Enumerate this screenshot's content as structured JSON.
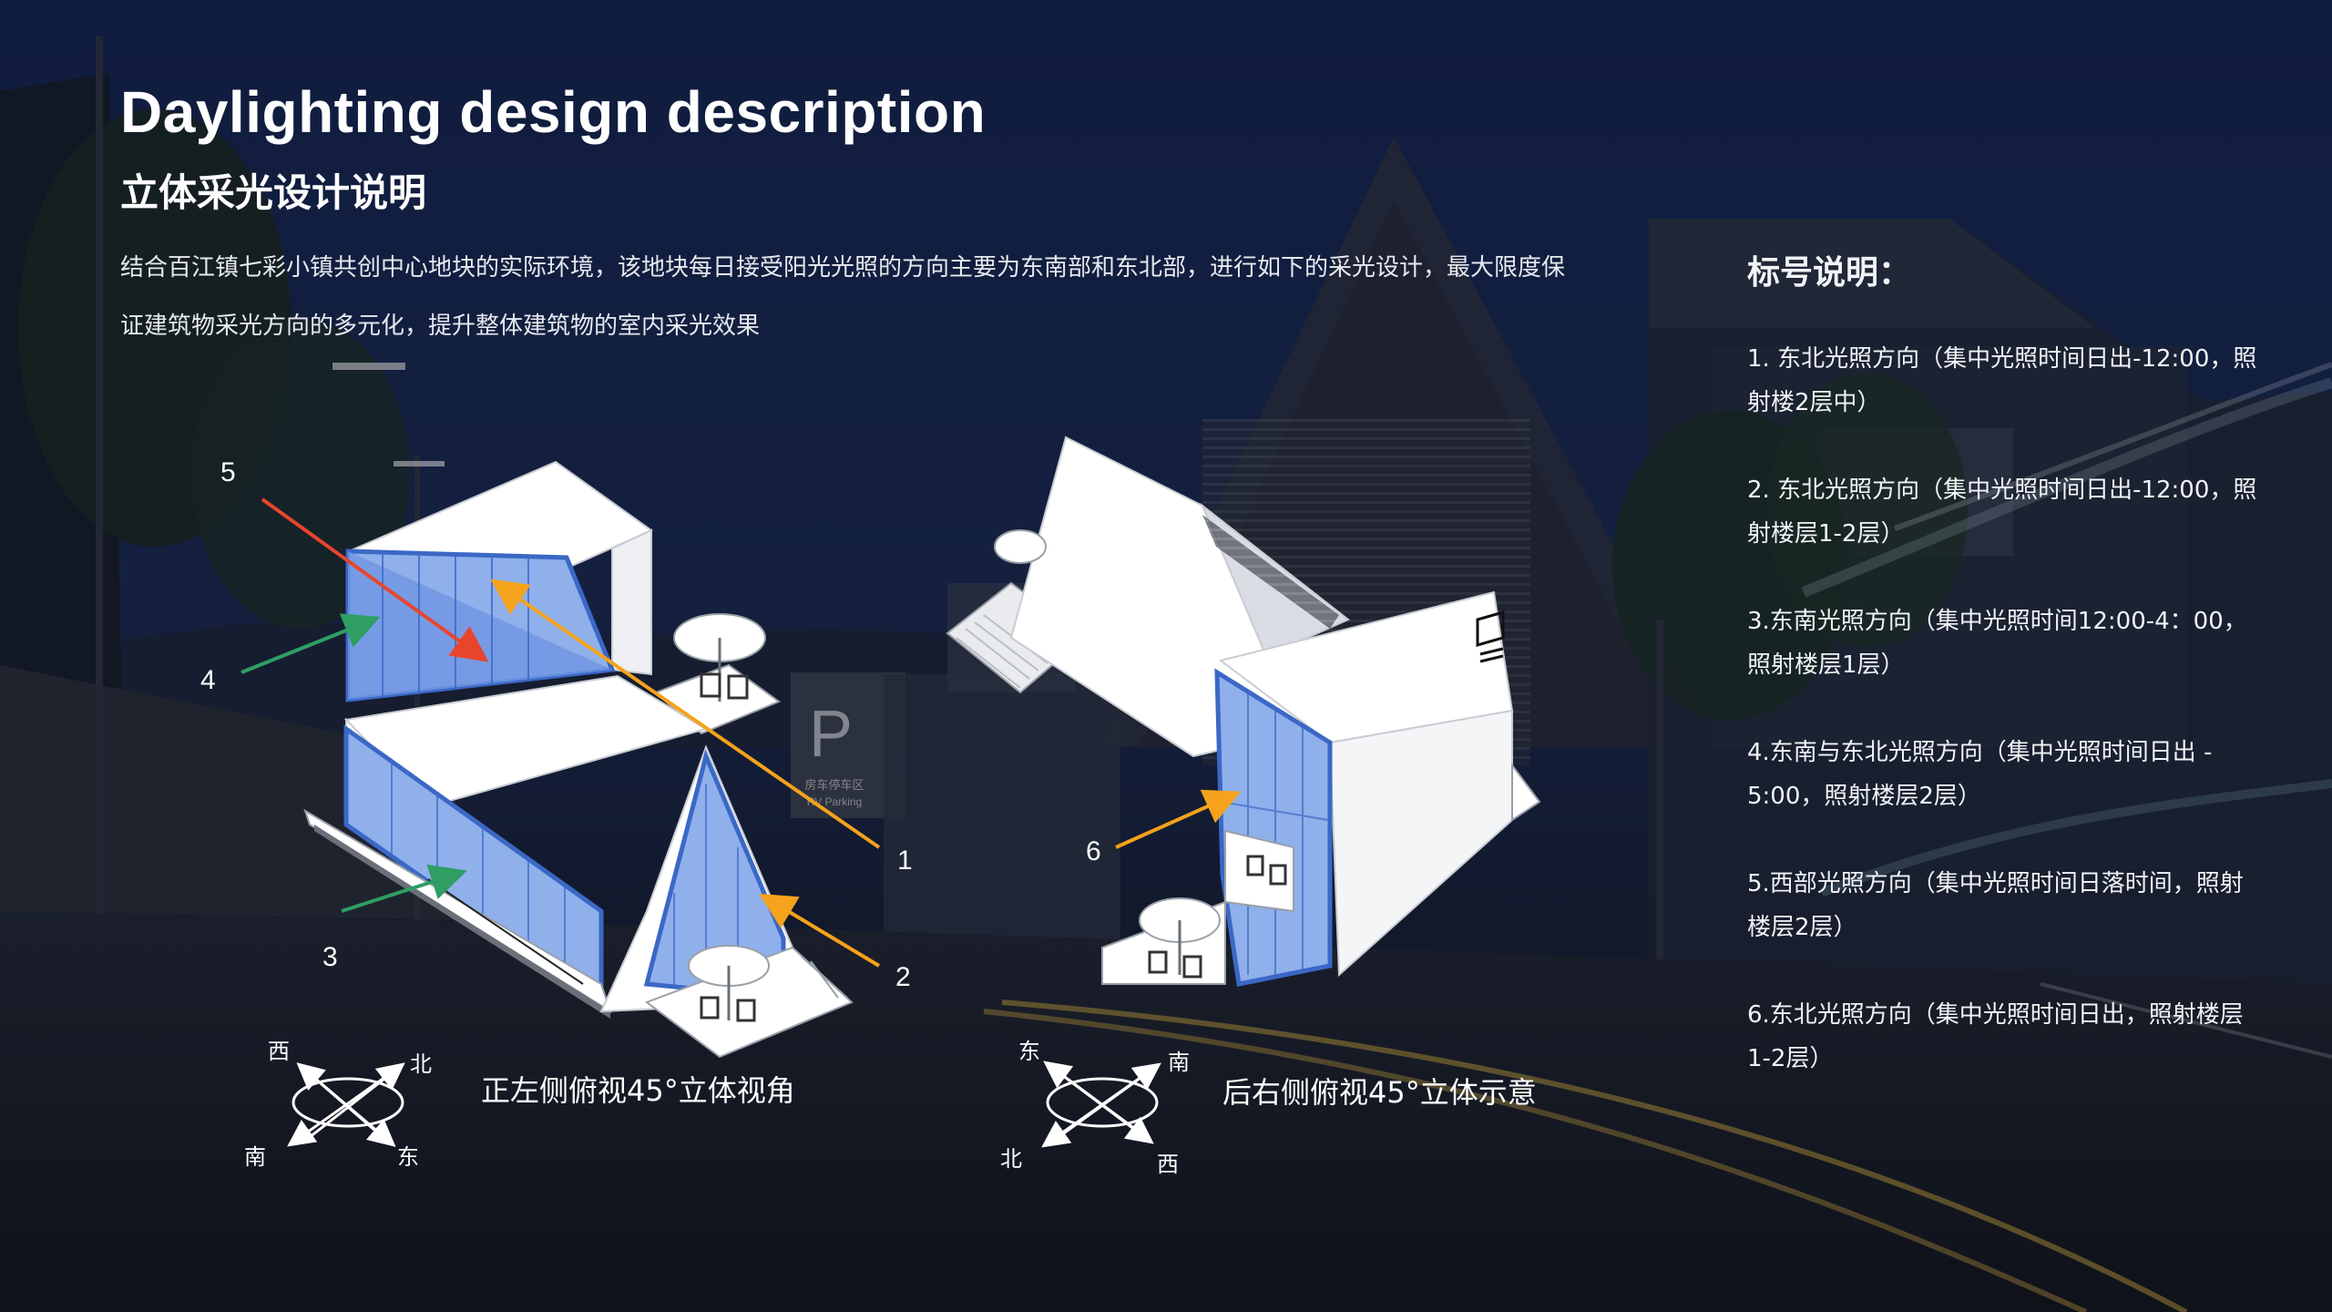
{
  "header": {
    "title_en": "Daylighting design description",
    "title_cn": "立体采光设计说明",
    "intro": "结合百江镇七彩小镇共创中心地块的实际环境，该地块每日接受阳光光照的方向主要为东南部和东北部，进行如下的采光设计，最大限度保证建筑物采光方向的多元化，提升整体建筑物的室内采光效果"
  },
  "legend": {
    "title": "标号说明：",
    "items": [
      "1. 东北光照方向（集中光照时间日出-12:00，照射楼2层中）",
      "2. 东北光照方向（集中光照时间日出-12:00，照射楼层1-2层）",
      "3.东南光照方向（集中光照时间12:00-4：00，照射楼层1层）",
      "4.东南与东北光照方向（集中光照时间日出 - 5:00，照射楼层2层）",
      "5.西部光照方向（集中光照时间日落时间，照射楼层2层）",
      "6.东北光照方向（集中光照时间日出，照射楼层1-2层）"
    ]
  },
  "views": {
    "left_caption": "正左侧俯视45°立体视角",
    "right_caption": "后右侧俯视45°立体示意"
  },
  "markers": {
    "m1": "1",
    "m2": "2",
    "m3": "3",
    "m4": "4",
    "m5": "5",
    "m6": "6"
  },
  "compass_left": {
    "nw": "西",
    "ne": "北",
    "sw": "南",
    "se": "东"
  },
  "compass_right": {
    "nw": "东",
    "ne": "南",
    "sw": "北",
    "se": "西"
  },
  "parking_sign": {
    "letter": "P",
    "cn": "房车停车区",
    "en": "RV Parking"
  },
  "colors": {
    "arrow_orange": "#f5a21c",
    "arrow_red": "#e8452e",
    "arrow_green": "#2e9e63",
    "glass_blue": "#5b86d8",
    "background_night": "#0c1222"
  }
}
